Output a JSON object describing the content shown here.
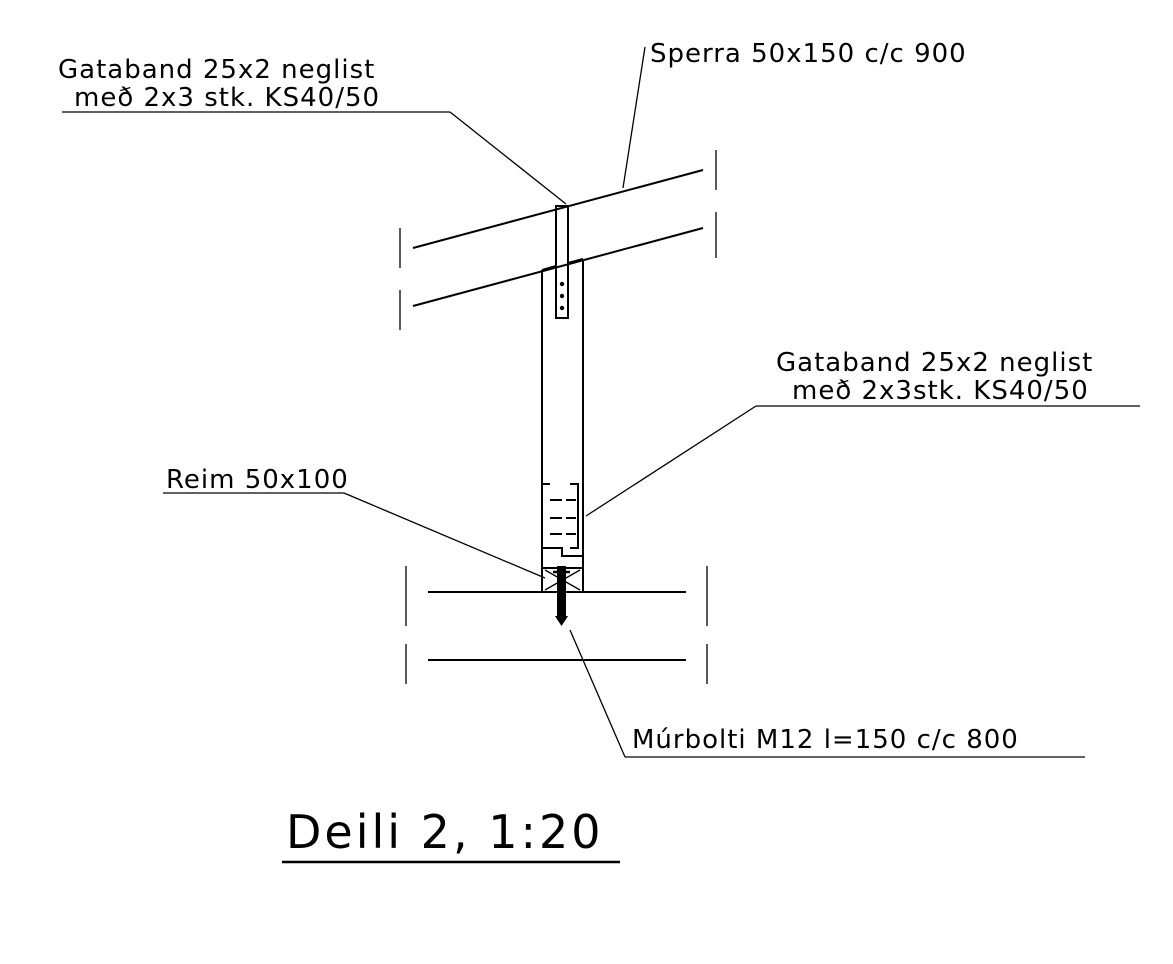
{
  "labels": {
    "gataband_top_line1": "Gataband 25x2 neglist",
    "gataband_top_line2": "með 2x3 stk. KS40/50",
    "sperra": "Sperra 50x150 c/c 900",
    "gataband_mid_line1": "Gataband 25x2 neglist",
    "gataband_mid_line2": "með 2x3stk. KS40/50",
    "reim": "Reim 50x100",
    "murbolti": "Múrbolti M12 l=150 c/c 800"
  },
  "title": "Deili 2, 1:20"
}
